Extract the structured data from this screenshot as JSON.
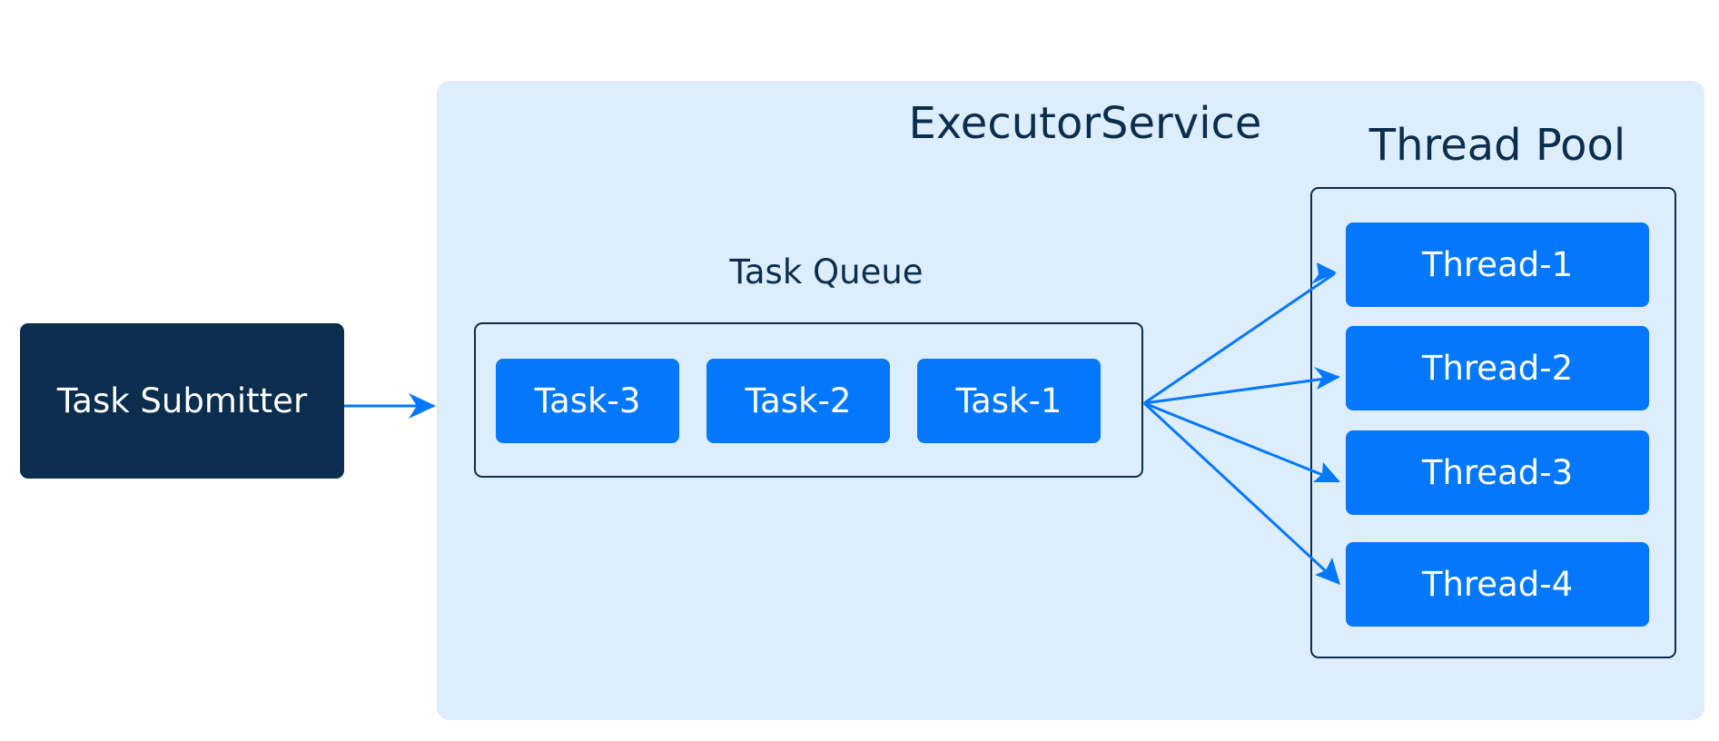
{
  "submitter": {
    "label": "Task Submitter"
  },
  "executor": {
    "title": "ExecutorService"
  },
  "queue": {
    "label": "Task Queue",
    "tasks": [
      "Task-3",
      "Task-2",
      "Task-1"
    ]
  },
  "pool": {
    "title": "Thread Pool",
    "threads": [
      "Thread-1",
      "Thread-2",
      "Thread-3",
      "Thread-4"
    ]
  },
  "colors": {
    "dark_navy": "#0b2d4e",
    "accent_blue": "#0378fd",
    "panel_bg": "#deedfc"
  }
}
